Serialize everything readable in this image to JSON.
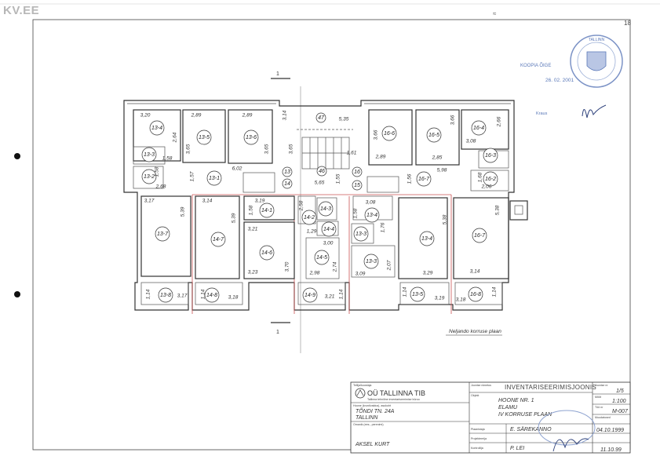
{
  "site_logo": "KV.EE",
  "page_marks": {
    "top_mark": "≈",
    "corner_number": "18"
  },
  "section_marker": "1",
  "caption": "Neljando korruse plaan",
  "rooms": [
    "13-4",
    "13-5",
    "13-6",
    "13-3",
    "13-2",
    "13-1",
    "47",
    "46",
    "13",
    "14",
    "16",
    "15",
    "16-6",
    "16-5",
    "16-4",
    "16-3",
    "16-2",
    "16-7",
    "13-7",
    "14-7",
    "14-1",
    "14-6",
    "14-2",
    "14-3",
    "14-4",
    "14-5",
    "13-8",
    "14-8",
    "14-9",
    "13-4",
    "13-3",
    "13-3",
    "13-4",
    "16-7",
    "13-5",
    "16-8"
  ],
  "dimensions": [
    "3,20",
    "2,64",
    "2,89",
    "3,65",
    "2,89",
    "3,65",
    "1,58",
    "1,58",
    "2,68",
    "6,02",
    "1,57",
    "5,35",
    "3,14",
    "3,65",
    "1,61",
    "5,65",
    "1,55",
    "3,66",
    "2,89",
    "3,66",
    "2,85",
    "2,66",
    "3,08",
    "1,68",
    "2,06",
    "5,98",
    "1,56",
    "3,17",
    "5,39",
    "3,14",
    "5,39",
    "3,19",
    "1,58",
    "3,21",
    "3,23",
    "3,70",
    "2,58",
    "1,29",
    "3,00",
    "2,74",
    "2,98",
    "1,14",
    "3,17",
    "1,14",
    "3,18",
    "3,21",
    "1,14",
    "3,08",
    "1,58",
    "1,76",
    "2,07",
    "3,09",
    "5,38",
    "3,29",
    "5,38",
    "3,14",
    "1,14",
    "3,19",
    "1,14",
    "3,18"
  ],
  "stamp": {
    "certification": "KOOPIA ÕIGE",
    "date": "26. 02. 2001",
    "notary_name": "Kraus",
    "seal_text": "TALLINN"
  },
  "title_block": {
    "company_label": "Tellija/koostaja",
    "company_name": "OÜ TALLINNA TIB",
    "company_subtitle": "Tallinna tehniline inventariseerimise büroo",
    "address_label": "Hoone (krunt/valdus), asukoht",
    "address_line1": "TÕNDI TN. 24A",
    "address_line2": "TALLINN",
    "owner_label": "Omanik (ees-, perenimi)",
    "owner_value": "AKSEL KURT",
    "drawing_name_label": "Joonise nimetus",
    "drawing_name": "INVENTARISEERIMISJOONIS",
    "object_label": "Objekt",
    "object_line1": "HOONE NR. 1",
    "object_line2": "ELAMU",
    "object_line3": "IV KORRUSE PLAAN",
    "roles": [
      {
        "label": "Plaanistaja",
        "name": "E. SÄREKANNO",
        "date": "04.10.1999"
      },
      {
        "label": "Projekteerija",
        "name": "",
        "date": ""
      },
      {
        "label": "Kontrollija",
        "name": "P. LEI",
        "date": "11.10.99"
      }
    ],
    "sheet_label": "Joonise nr",
    "sheet_value": "1/5",
    "scale_label": "Mõõt",
    "scale_value": "1:100",
    "job_label": "Töö nr",
    "job_value": "M-007",
    "changes_label": "Muudatused"
  }
}
